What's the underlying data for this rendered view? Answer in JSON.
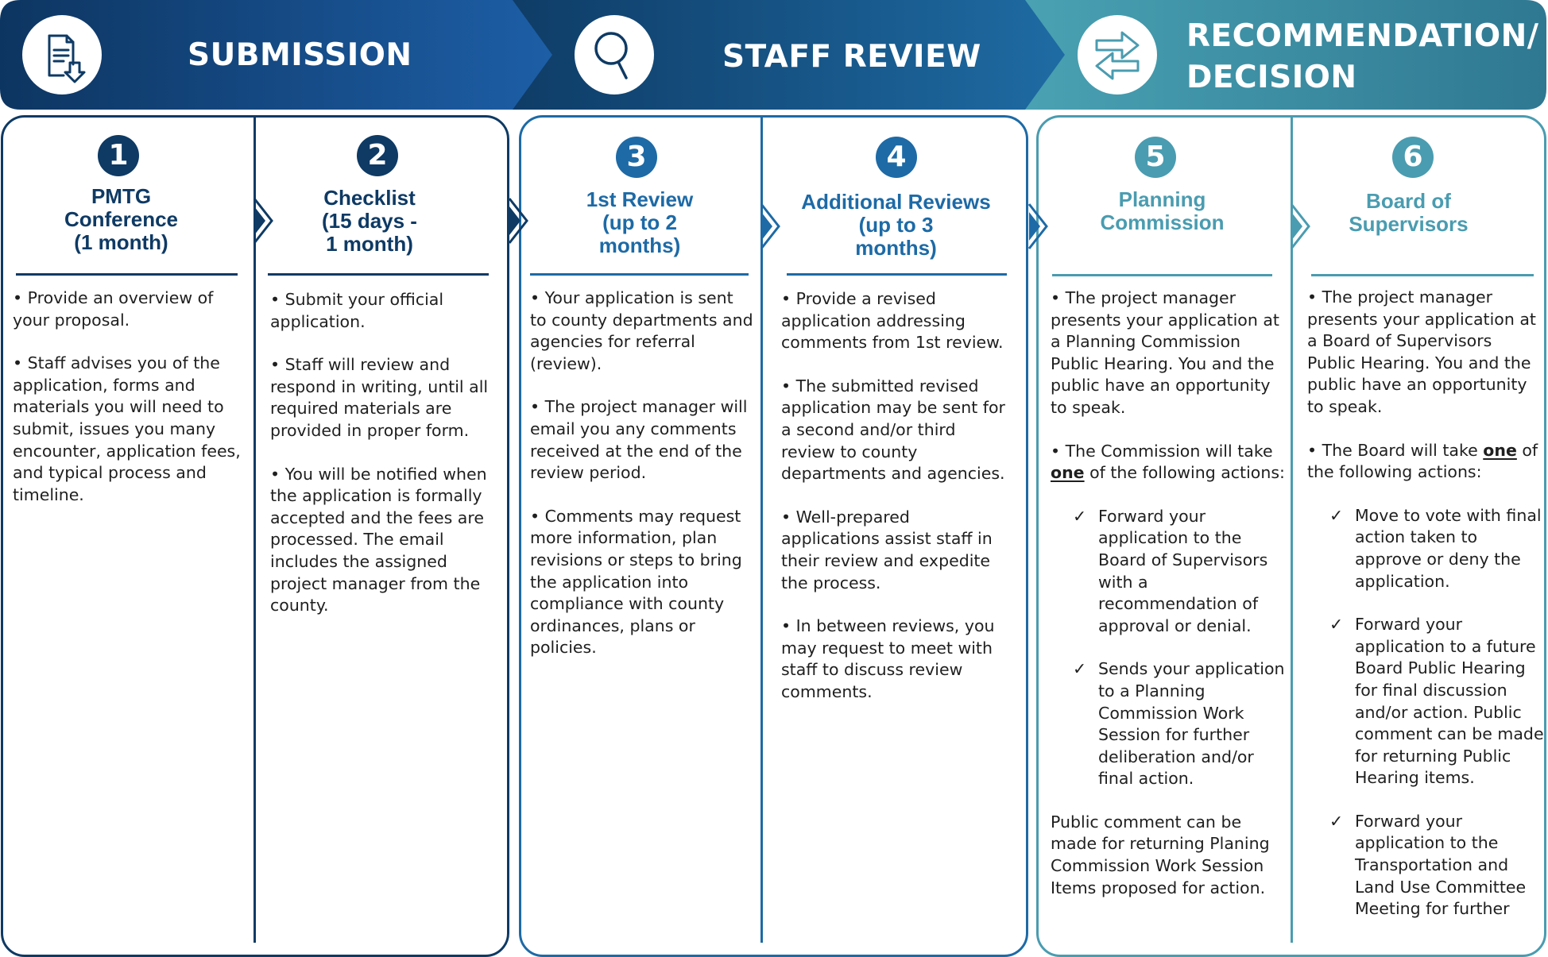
{
  "colors": {
    "navy": "#0e3a64",
    "blue": "#1d6aa6",
    "teal": "#4a9cb0"
  },
  "phases": [
    {
      "name": "SUBMISSION",
      "icon": "document-download-icon"
    },
    {
      "name": "STAFF REVIEW",
      "icon": "magnifier-icon"
    },
    {
      "name_line1": "RECOMMENDATION/",
      "name_line2": "DECISION",
      "icon": "exchange-arrows-icon"
    }
  ],
  "steps": [
    {
      "number": "1",
      "title": "PMTG\nConference\n (1 month)",
      "bullets": [
        "• Provide an overview of your proposal.",
        "• Staff advises you of the application, forms and materials you will need to submit, issues you many encounter, application fees, and typical process and timeline."
      ]
    },
    {
      "number": "2",
      "title": "Checklist\n(15 days -\n 1 month)",
      "bullets": [
        "• Submit your official application.",
        "• Staff will review and respond in writing, until all required materials are provided in proper form.",
        "• You will be notified when the application is formally accepted and the fees are processed. The email includes the assigned project manager from the county."
      ]
    },
    {
      "number": "3",
      "title": "1st Review\n(up to 2\nmonths)",
      "bullets": [
        "• Your application is sent to county departments and agencies for referral (review).",
        "• The project manager will email you any comments received at the end of the review period.",
        "• Comments may request more information, plan revisions or steps to bring the application into compliance with county ordinances, plans or policies."
      ]
    },
    {
      "number": "4",
      "title": "Additional Reviews\n(up to 3\nmonths)",
      "bullets": [
        "• Provide a revised application addressing comments from 1st review.",
        "• The submitted revised application may be sent for a second and/or third review to county departments and agencies.",
        "• Well-prepared applications assist staff in their review and expedite the process.",
        "• In between reviews, you may request to meet with staff to discuss review comments."
      ]
    },
    {
      "number": "5",
      "title": "Planning\nCommission",
      "bullets": [
        "• The project manager presents your application at a Planning Commission Public Hearing. You and the public have an opportunity to speak."
      ],
      "action_intro_pre": "• The Commission will take ",
      "action_intro_em": "one",
      "action_intro_post": " of the following actions:",
      "checks": [
        "Forward your application to the Board of Supervisors with a recommendation of approval or denial.",
        "Sends your application to a Planning Commission Work Session for further deliberation and/or final action."
      ],
      "footer": "Public comment can be made for returning Planing Commission Work Session Items proposed for action."
    },
    {
      "number": "6",
      "title": "Board of\nSupervisors",
      "bullets": [
        "• The project manager presents your application at a Board of Supervisors Public Hearing. You and the public have an opportunity to speak."
      ],
      "action_intro_pre": "• The Board will take ",
      "action_intro_em": "one",
      "action_intro_post": " of the following actions:",
      "checks": [
        "Move to vote with final action taken to approve or deny the application.",
        "Forward your application to a future Board Public Hearing for final discussion and/or action. Public comment can be made for returning Public Hearing items.",
        "Forward your application to the Transportation and Land Use Committee Meeting for further"
      ]
    }
  ]
}
